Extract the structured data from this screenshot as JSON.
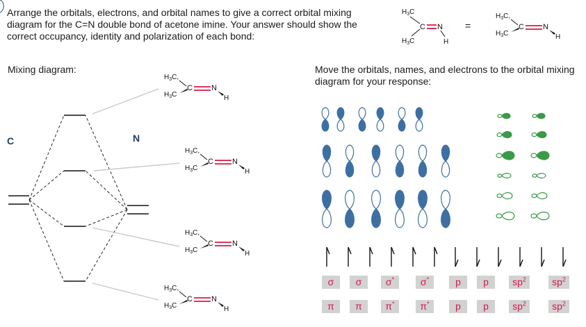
{
  "question": {
    "instructions": "Arrange the orbitals, electrons, and orbital names to give a correct orbital mixing diagram for the C=N double bond of acetone imine. Your answer should show the correct occupancy, identity and polarization of each bond:"
  },
  "structure": {
    "methyl": "H",
    "methyl_sub": "3",
    "methyl_suffix": "C",
    "carbon": "C",
    "nitrogen": "N",
    "hydrogen": "H",
    "equals": "="
  },
  "diagram": {
    "heading": "Mixing diagram:",
    "carbon_label": "C",
    "nitrogen_label": "N"
  },
  "palette": {
    "heading": "Move the orbitals, names, and electrons to the orbital mixing diagram for your response:",
    "labels_row1": [
      {
        "text": "σ",
        "sup": ""
      },
      {
        "text": "σ",
        "sup": ""
      },
      {
        "text": "σ",
        "sup": "*"
      },
      {
        "text": "σ",
        "sup": "*"
      },
      {
        "text": "p",
        "sup": ""
      },
      {
        "text": "p",
        "sup": ""
      },
      {
        "text": "sp",
        "sup": "2"
      },
      {
        "text": "sp",
        "sup": "2"
      }
    ],
    "labels_row2": [
      {
        "text": "π",
        "sup": ""
      },
      {
        "text": "π",
        "sup": ""
      },
      {
        "text": "π",
        "sup": "*"
      },
      {
        "text": "π",
        "sup": "*"
      },
      {
        "text": "p",
        "sup": ""
      },
      {
        "text": "p",
        "sup": ""
      },
      {
        "text": "sp",
        "sup": "2"
      },
      {
        "text": "sp",
        "sup": "2"
      }
    ]
  },
  "colors": {
    "bond_red": "#d6194a",
    "orbital_blue": "#3d6fa3",
    "orbital_green": "#3a9a48",
    "tile_gray": "#d2d2d2"
  }
}
